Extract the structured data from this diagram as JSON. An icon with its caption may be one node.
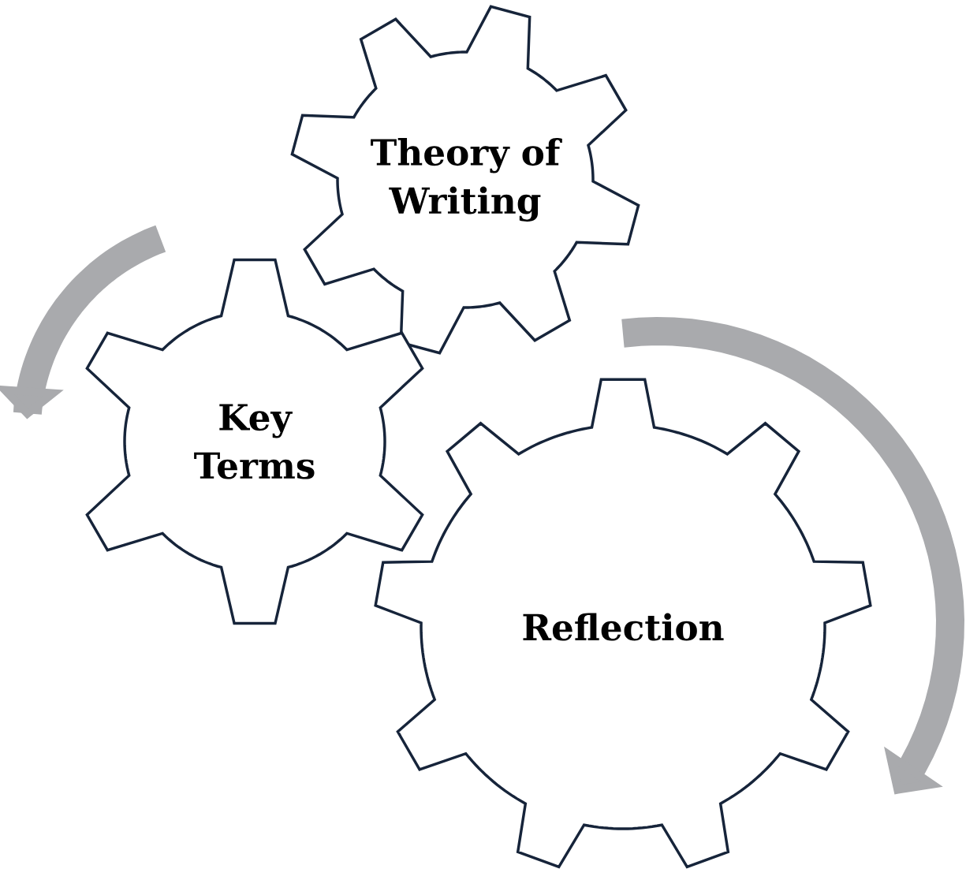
{
  "diagram": {
    "nodes": [
      {
        "text": [
          "Theory of Writing"
        ]
      },
      {
        "text": [
          "Key Terms"
        ]
      },
      {
        "text": [
          "Reflection"
        ]
      }
    ]
  }
}
